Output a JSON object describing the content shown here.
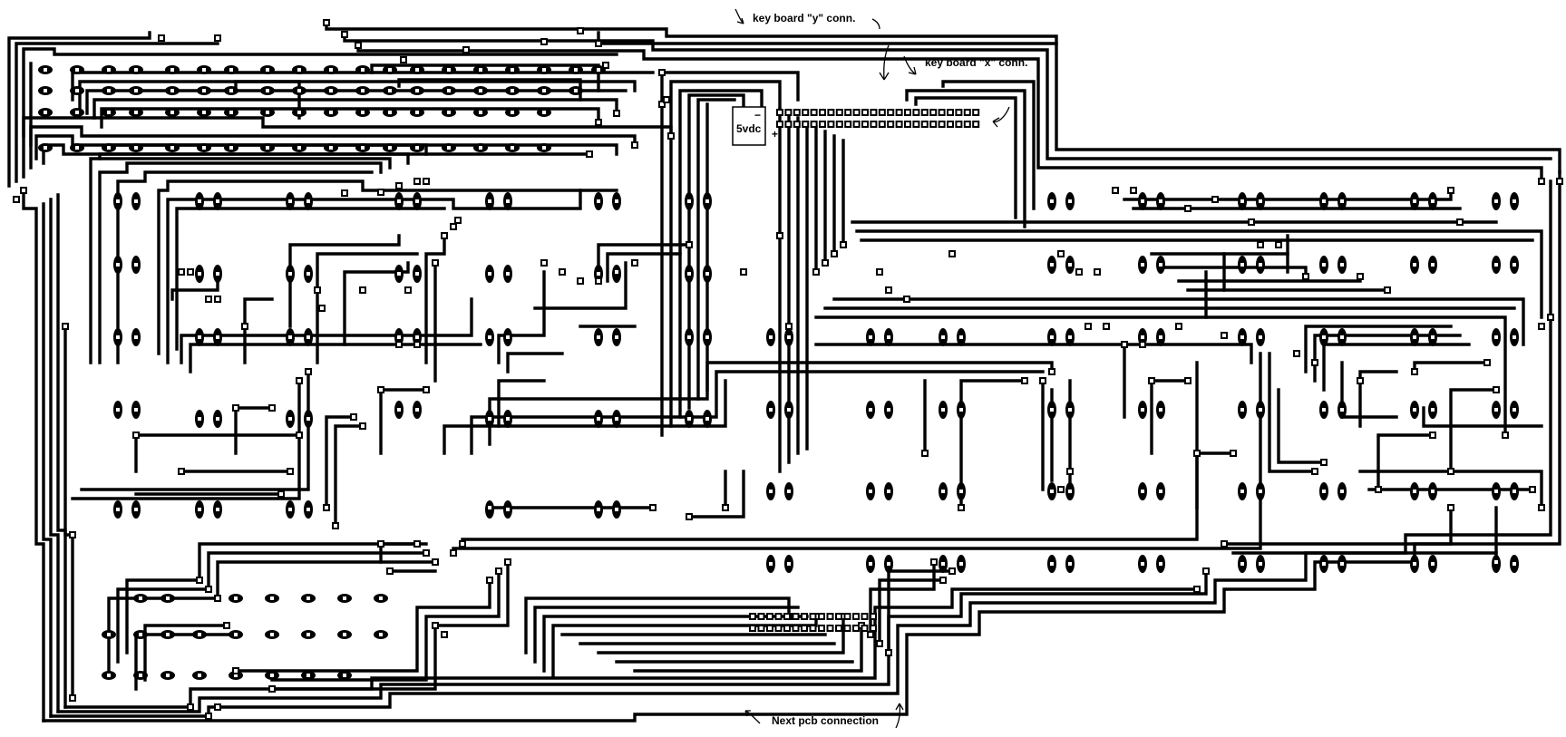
{
  "labels": {
    "keyboard_y": "key board \"y\" conn.",
    "keyboard_x": "key board \"x\" conn.",
    "power": "5vdc",
    "minus": "−",
    "plus": "+",
    "next_pcb": "Next pcb connection"
  },
  "colors": {
    "trace": "#000000",
    "board": "#ffffff"
  }
}
